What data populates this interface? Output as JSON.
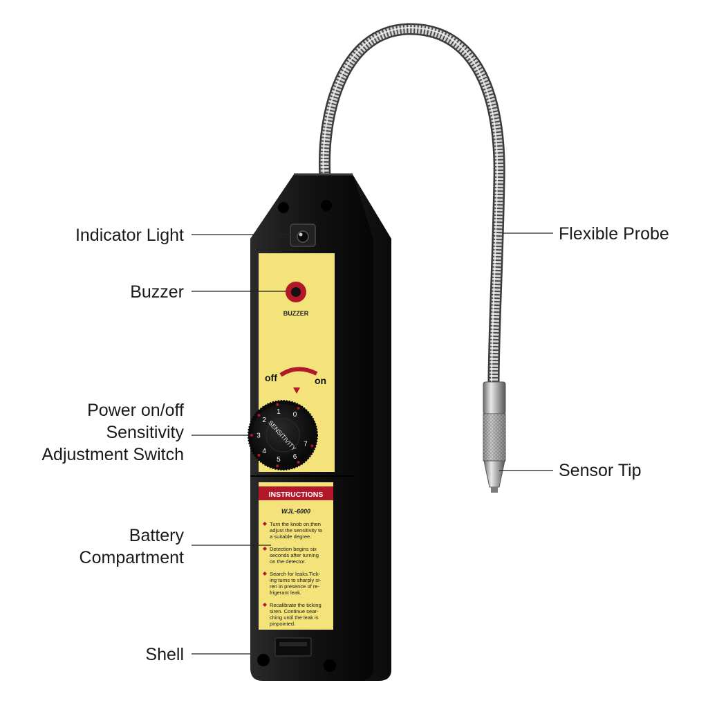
{
  "callouts": {
    "indicator_light": "Indicator Light",
    "buzzer": "Buzzer",
    "power_line1": "Power on/off",
    "power_line2": "Sensitivity",
    "power_line3": "Adjustment Switch",
    "battery_line1": "Battery",
    "battery_line2": "Compartment",
    "shell": "Shell",
    "flexible_probe": "Flexible Probe",
    "sensor_tip": "Sensor Tip"
  },
  "device": {
    "buzzer_label": "BUZZER",
    "off_label": "off",
    "on_label": "on",
    "knob_label": "SENSITIVITY",
    "dial_numbers": [
      "0",
      "1",
      "2",
      "3",
      "4",
      "5",
      "6",
      "7"
    ],
    "instructions_title": "INSTRUCTIONS",
    "model": "WJL-6000",
    "instructions": [
      [
        "Turn the knob on,then",
        "adjust the sensitivity to",
        "a suitable degree."
      ],
      [
        "Detection begins six",
        "seconds after turning",
        "on the detector."
      ],
      [
        "Search for leaks.Tick-",
        "ing turns to sharply si-",
        "ren in presence of re-",
        "frigerant leak."
      ],
      [
        "Recalibrate the ticking",
        "siren. Continue sear-",
        "ching until the leak is",
        "pinpointed."
      ]
    ]
  },
  "colors": {
    "body": "#141414",
    "panel": "#f3e37a",
    "accent_red": "#b3172a",
    "probe": "#a9a9a9"
  }
}
